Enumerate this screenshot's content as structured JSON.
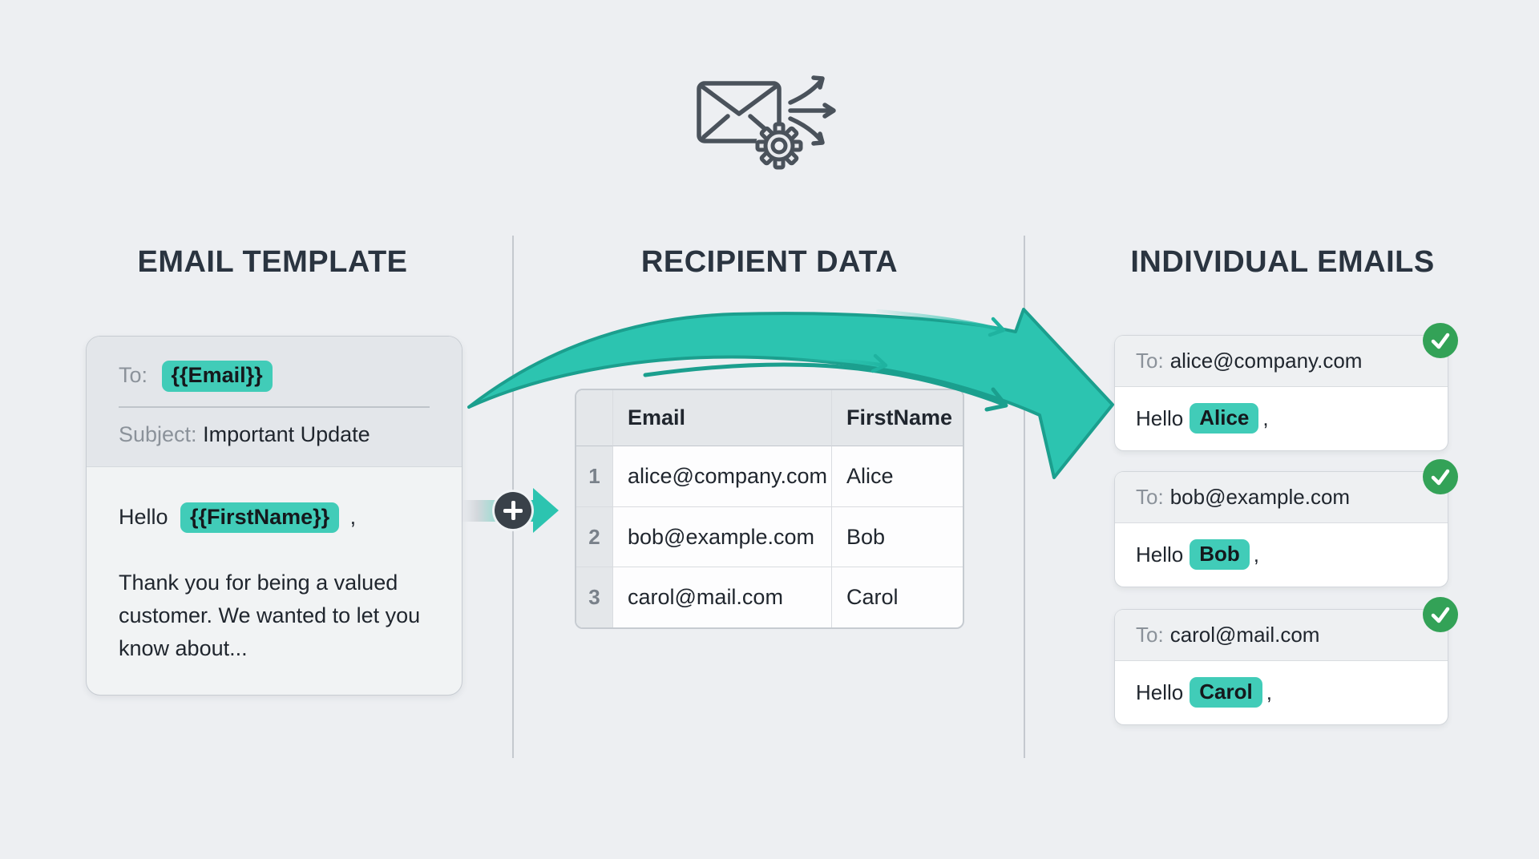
{
  "columns": {
    "template": {
      "title": "EMAIL TEMPLATE"
    },
    "data": {
      "title": "RECIPIENT DATA"
    },
    "emails": {
      "title": "INDIVIDUAL EMAILS"
    }
  },
  "template_card": {
    "to_label": "To:",
    "to_value": "{{Email}}",
    "subject_label": "Subject:",
    "subject_value": "Important Update",
    "greeting_prefix": "Hello",
    "greeting_variable": "{{FirstName}}",
    "greeting_suffix": ",",
    "body": "Thank you for being a valued customer. We wanted to let you know about..."
  },
  "recipient_table": {
    "headers": {
      "email": "Email",
      "first_name": "FirstName"
    },
    "rows": [
      {
        "num": "1",
        "email": "alice@company.com",
        "first_name": "Alice"
      },
      {
        "num": "2",
        "email": "bob@example.com",
        "first_name": "Bob"
      },
      {
        "num": "3",
        "email": "carol@mail.com",
        "first_name": "Carol"
      }
    ]
  },
  "email_cards": [
    {
      "to_label": "To:",
      "to_value": "alice@company.com",
      "greeting_prefix": "Hello",
      "name": "Alice",
      "greeting_suffix": ","
    },
    {
      "to_label": "To:",
      "to_value": "bob@example.com",
      "greeting_prefix": "Hello",
      "name": "Bob",
      "greeting_suffix": ","
    },
    {
      "to_label": "To:",
      "to_value": "carol@mail.com",
      "greeting_prefix": "Hello",
      "name": "Carol",
      "greeting_suffix": ","
    }
  ],
  "icons": {
    "header": "mail-merge-icon (envelope + gear + fan-out arrows)",
    "connector": "plus-icon in dark circle with teal arrow",
    "flow": "teal swoosh arrow with two small trailing arrows",
    "badge": "check-icon in green circle"
  },
  "colors": {
    "background": "#edeff2",
    "heading_text": "#2a3440",
    "accent_teal_chip": "#41ccb8",
    "arrow_teal_fill": "#2cc4b0",
    "arrow_teal_stroke": "#1b9f8e",
    "badge_green": "#33a257",
    "plus_circle": "#394149",
    "card_gray_header": "#e4e7ea"
  }
}
